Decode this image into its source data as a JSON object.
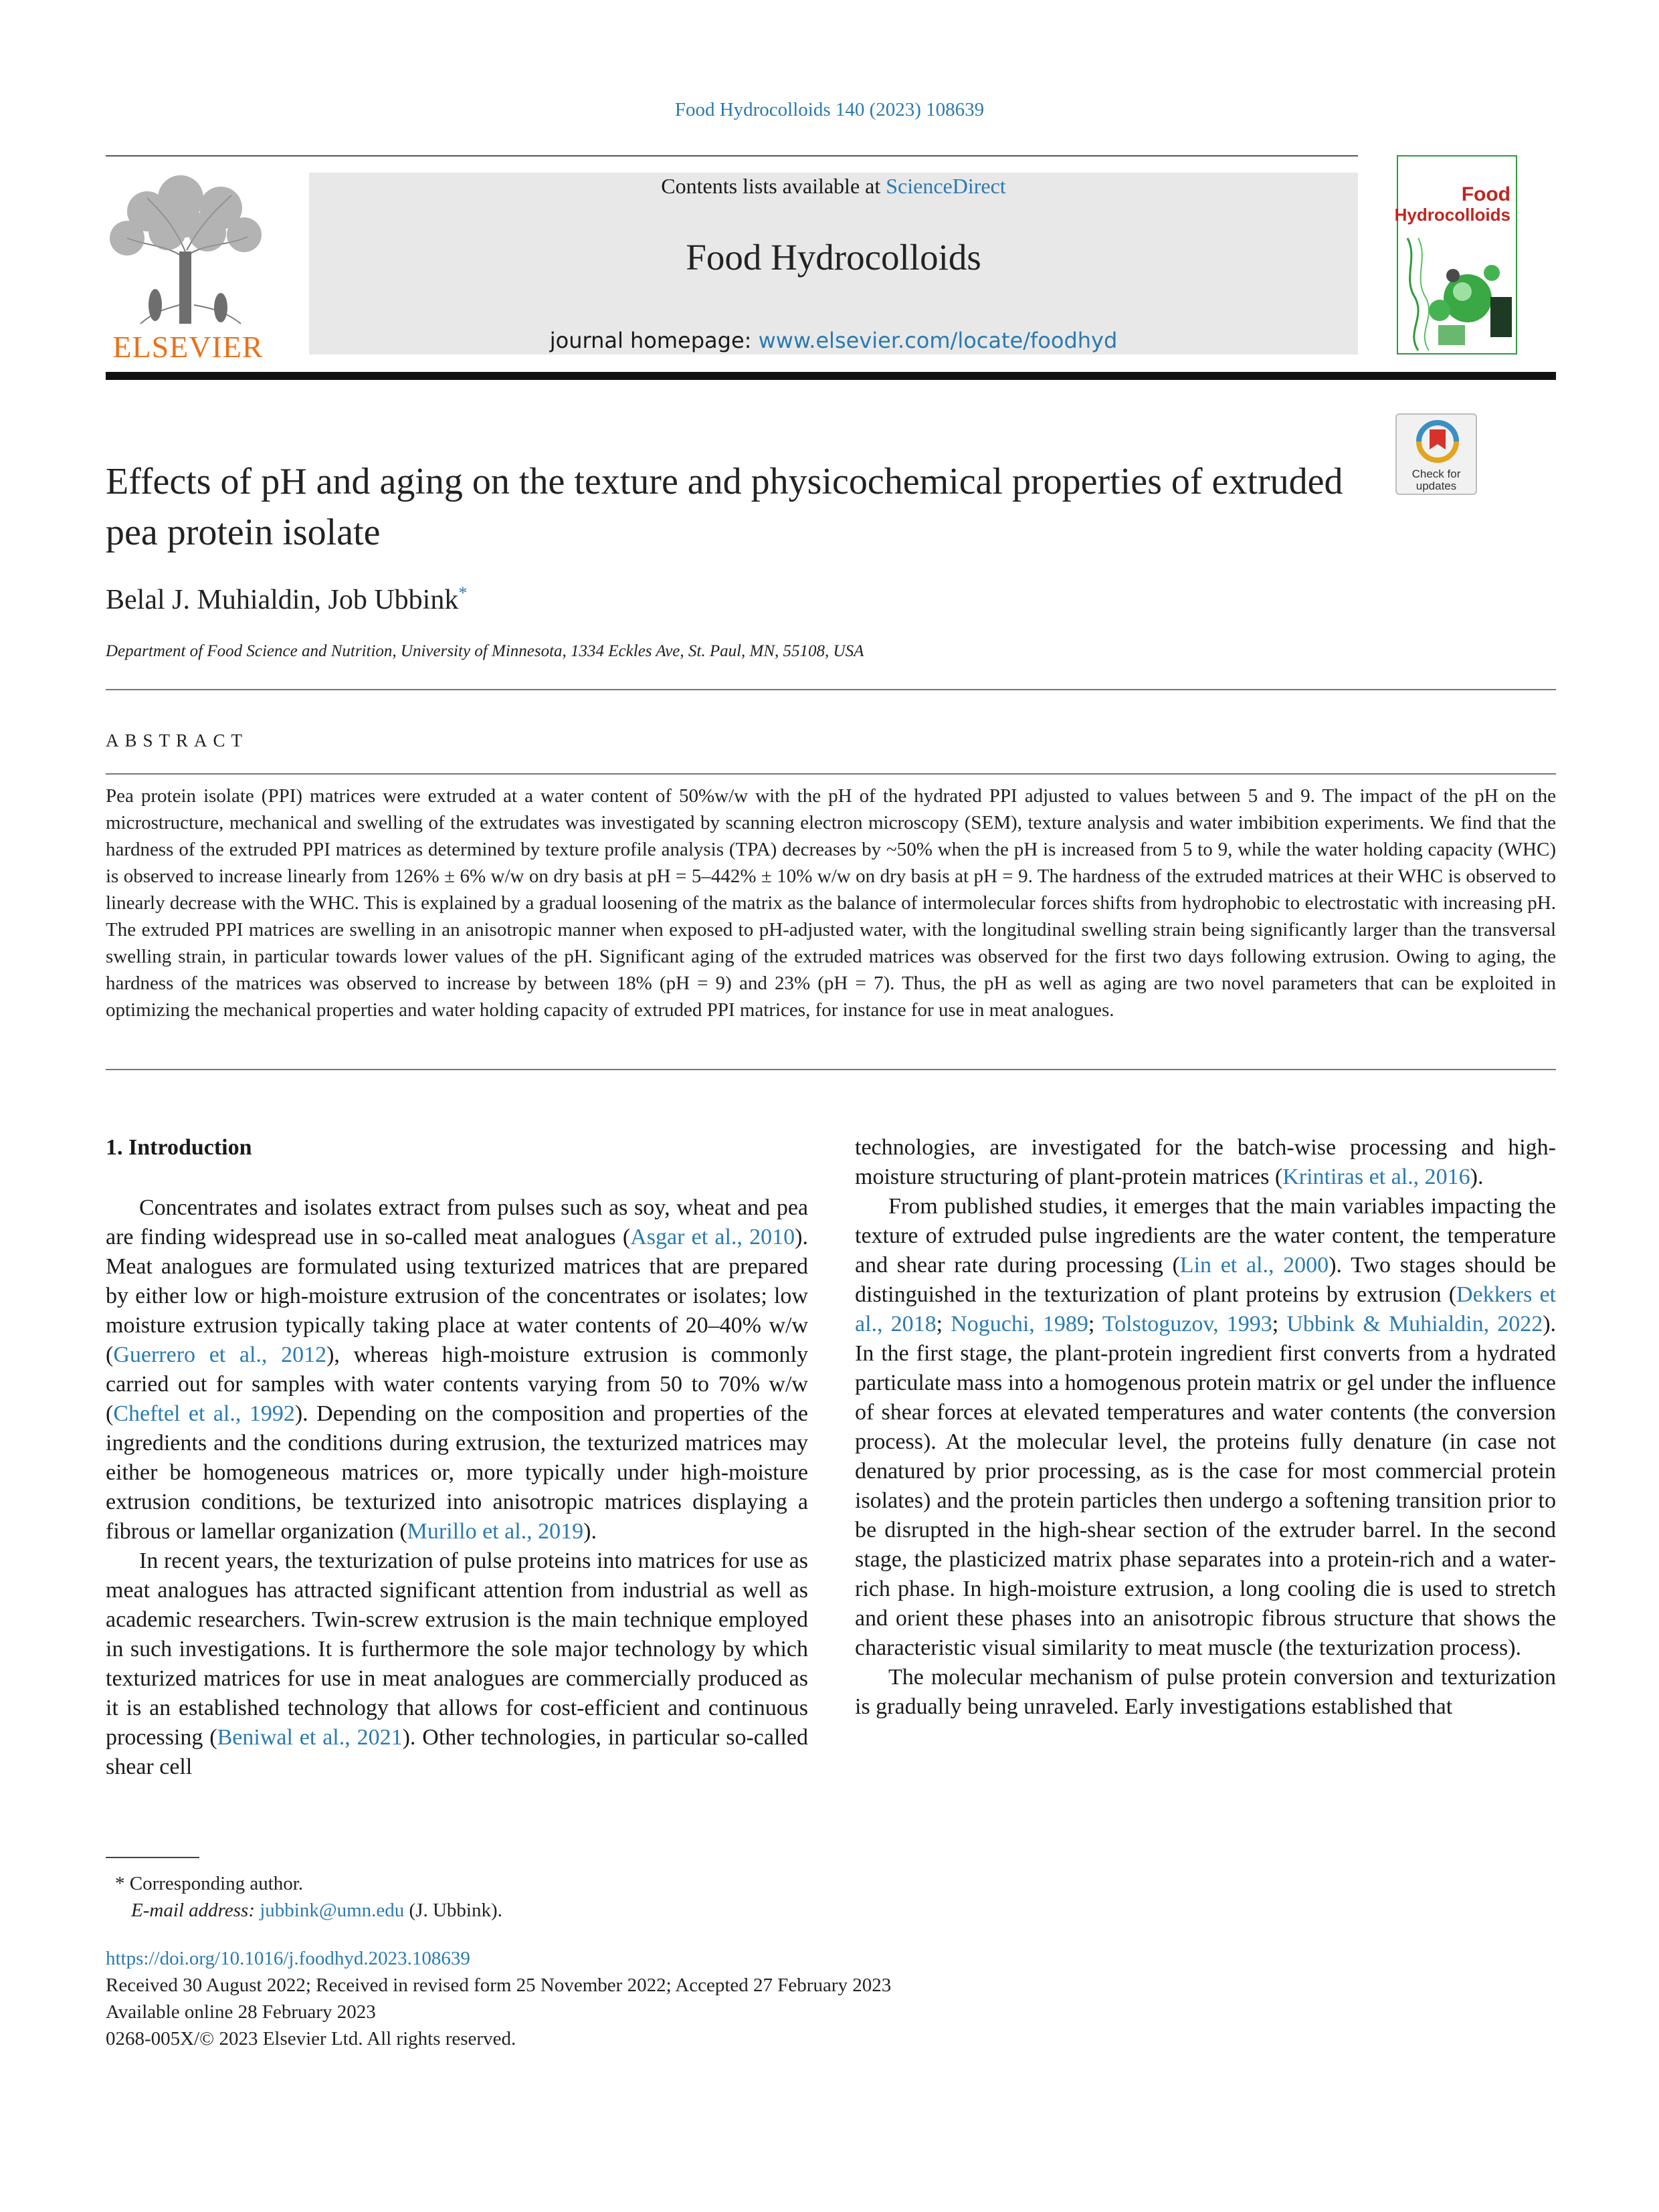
{
  "header": {
    "journal_ref": "Food Hydrocolloids 140 (2023) 108639",
    "contents_prefix": "Contents lists available at ",
    "contents_link": "ScienceDirect",
    "journal_title": "Food Hydrocolloids",
    "homepage_prefix": "journal homepage: ",
    "homepage_link": "www.elsevier.com/locate/foodhyd",
    "publisher": "ELSEVIER",
    "cover_title_1": "Food",
    "cover_title_2": "Hydrocolloids",
    "check_updates": "Check for updates"
  },
  "article": {
    "title": "Effects of pH and aging on the texture and physicochemical properties of extruded pea protein isolate",
    "authors": "Belal J. Muhialdin, Job Ubbink",
    "author_mark": "*",
    "affiliation": "Department of Food Science and Nutrition, University of Minnesota, 1334 Eckles Ave, St. Paul, MN, 55108, USA"
  },
  "abstract": {
    "heading": "ABSTRACT",
    "text": "Pea protein isolate (PPI) matrices were extruded at a water content of 50%w/w with the pH of the hydrated PPI adjusted to values between 5 and 9. The impact of the pH on the microstructure, mechanical and swelling of the extrudates was investigated by scanning electron microscopy (SEM), texture analysis and water imbibition experiments. We find that the hardness of the extruded PPI matrices as determined by texture profile analysis (TPA) decreases by ~50% when the pH is increased from 5 to 9, while the water holding capacity (WHC) is observed to increase linearly from 126% ± 6% w/w on dry basis at pH = 5–442% ± 10% w/w on dry basis at pH = 9. The hardness of the extruded matrices at their WHC is observed to linearly decrease with the WHC. This is explained by a gradual loosening of the matrix as the balance of intermolecular forces shifts from hydrophobic to electrostatic with increasing pH. The extruded PPI matrices are swelling in an anisotropic manner when exposed to pH-adjusted water, with the longitudinal swelling strain being significantly larger than the transversal swelling strain, in particular towards lower values of the pH. Significant aging of the extruded matrices was observed for the first two days following extrusion. Owing to aging, the hardness of the matrices was observed to increase by between 18% (pH = 9) and 23% (pH = 7). Thus, the pH as well as aging are two novel parameters that can be exploited in optimizing the mechanical properties and water holding capacity of extruded PPI matrices, for instance for use in meat analogues."
  },
  "body": {
    "section_heading": "1.  Introduction",
    "col1_p1": [
      "Concentrates and isolates extract from pulses such as soy, wheat and pea are finding widespread use in so-called meat analogues (",
      "Asgar et al., 2010",
      "). Meat analogues are formulated using texturized matrices that are prepared by either low or high-moisture extrusion of the concentrates or isolates; low moisture extrusion typically taking place at water contents of 20–40% w/w (",
      "Guerrero et al., 2012",
      "), whereas high-moisture extrusion is commonly carried out for samples with water contents varying from 50 to 70% w/w (",
      "Cheftel et al., 1992",
      "). Depending on the composition and properties of the ingredients and the conditions during extrusion, the texturized matrices may either be homogeneous matrices or, more typically under high-moisture extrusion conditions, be texturized into anisotropic matrices displaying a fibrous or lamellar organization (",
      "Murillo et al., 2019",
      ")."
    ],
    "col1_p2": [
      "In recent years, the texturization of pulse proteins into matrices for use as meat analogues has attracted significant attention from industrial as well as academic researchers. Twin-screw extrusion is the main technique employed in such investigations. It is furthermore the sole major technology by which texturized matrices for use in meat analogues are commercially produced as it is an established technology that allows for cost-efficient and continuous processing (",
      "Beniwal et al., 2021",
      "). Other technologies, in particular so-called shear cell"
    ],
    "col2_p0": [
      "technologies, are investigated for the batch-wise processing and high-moisture structuring of plant-protein matrices (",
      "Krintiras et al., 2016",
      ")."
    ],
    "col2_p1": [
      "From published studies, it emerges that the main variables impacting the texture of extruded pulse ingredients are the water content, the temperature and shear rate during processing (",
      "Lin et al., 2000",
      "). Two stages should be distinguished in the texturization of plant proteins by extrusion (",
      "Dekkers et al., 2018",
      "; ",
      "Noguchi, 1989",
      "; ",
      "Tolstoguzov, 1993",
      "; ",
      "Ubbink & Muhialdin, 2022",
      "). In the first stage, the plant-protein ingredient first converts from a hydrated particulate mass into a homogenous protein matrix or gel under the influence of shear forces at elevated temperatures and water contents (the conversion process). At the molecular level, the proteins fully denature (in case not denatured by prior processing, as is the case for most commercial protein isolates) and the protein particles then undergo a softening transition prior to be disrupted in the high-shear section of the extruder barrel. In the second stage, the plasticized matrix phase separates into a protein-rich and a water-rich phase. In high-moisture extrusion, a long cooling die is used to stretch and orient these phases into an anisotropic fibrous structure that shows the characteristic visual similarity to meat muscle (the texturization process)."
    ],
    "col2_p2": "The molecular mechanism of pulse protein conversion and texturization is gradually being unraveled. Early investigations established that"
  },
  "footnote": {
    "corresponding": "* Corresponding author.",
    "email_label": "E-mail address: ",
    "email": "jubbink@umn.edu",
    "email_suffix": " (J. Ubbink)."
  },
  "publication": {
    "doi": "https://doi.org/10.1016/j.foodhyd.2023.108639",
    "received": "Received 30 August 2022; Received in revised form 25 November 2022; Accepted 27 February 2023",
    "available": "Available online 28 February 2023",
    "copyright": "0268-005X/© 2023 Elsevier Ltd. All rights reserved."
  },
  "colors": {
    "link": "#2a7ab0",
    "elsevier_orange": "#e9711c",
    "cover_red": "#c0261f",
    "cover_green": "#2f9a3c"
  }
}
